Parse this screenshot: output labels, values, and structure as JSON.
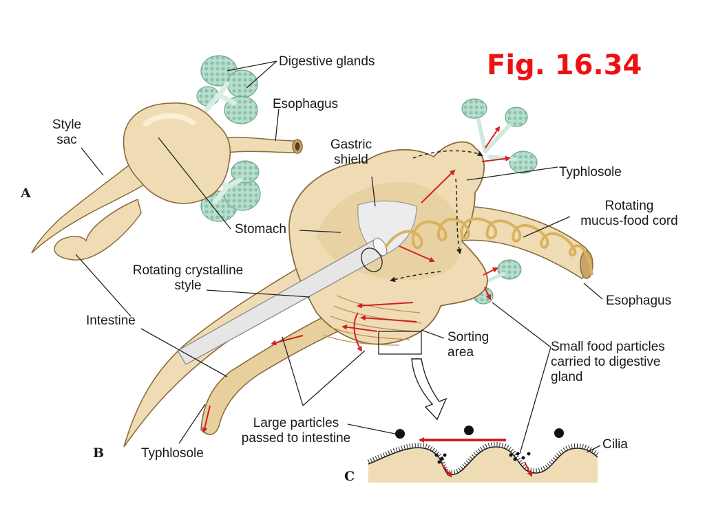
{
  "figure_title": "Fig. 16.34",
  "panels": {
    "a": "A",
    "b": "B",
    "c": "C"
  },
  "panel_a": {
    "digestive_glands": "Digestive glands",
    "esophagus": "Esophagus",
    "style_sac_1": "Style",
    "style_sac_2": "sac",
    "stomach": "Stomach",
    "intestine": "Intestine"
  },
  "panel_b": {
    "gastric_shield_1": "Gastric",
    "gastric_shield_2": "shield",
    "typhlosole_top": "Typhlosole",
    "rotating_cord_1": "Rotating",
    "rotating_cord_2": "mucus-food cord",
    "esophagus": "Esophagus",
    "crystalline_style_1": "Rotating crystalline",
    "crystalline_style_2": "style",
    "sorting_area_1": "Sorting",
    "sorting_area_2": "area",
    "small_particles_1": "Small food particles",
    "small_particles_2": "carried to digestive",
    "small_particles_3": "gland",
    "large_particles_1": "Large particles",
    "large_particles_2": "passed to intestine",
    "typhlosole_bottom": "Typhlosole"
  },
  "panel_c": {
    "cilia": "Cilia"
  },
  "colors": {
    "tissue": "#efdcb4",
    "tissue_shadow": "#d9bf8c",
    "tissue_outline": "#8a6a3a",
    "gland": "#a9d6c2",
    "gland_dark": "#6ea590",
    "arrow": "#d32020",
    "style_rod": "#e6e6e6",
    "title": "#ee1111"
  }
}
